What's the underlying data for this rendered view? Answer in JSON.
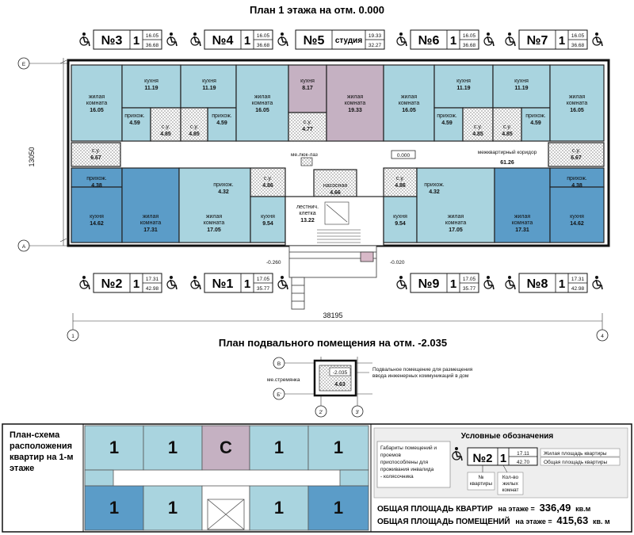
{
  "titles": {
    "floor": "План 1 этажа на отм. 0.000",
    "basement": "План подвального помещения на отм. -2.035"
  },
  "apartments": [
    {
      "no": "№3",
      "rooms": "1",
      "living": "16.05",
      "total": "36.68"
    },
    {
      "no": "№4",
      "rooms": "1",
      "living": "16.05",
      "total": "36.68"
    },
    {
      "no": "№5",
      "rooms": "студия",
      "living": "19.33",
      "total": "32.27"
    },
    {
      "no": "№6",
      "rooms": "1",
      "living": "16.05",
      "total": "36.68"
    },
    {
      "no": "№7",
      "rooms": "1",
      "living": "16.05",
      "total": "36.68"
    },
    {
      "no": "№2",
      "rooms": "1",
      "living": "17.31",
      "total": "42.98"
    },
    {
      "no": "№1",
      "rooms": "1",
      "living": "17.05",
      "total": "35.77"
    },
    {
      "no": "№9",
      "rooms": "1",
      "living": "17.05",
      "total": "35.77"
    },
    {
      "no": "№8",
      "rooms": "1",
      "living": "17.31",
      "total": "42.98"
    }
  ],
  "rooms": [
    {
      "label": "жилая комната",
      "area": "16.05"
    },
    {
      "label": "кухня",
      "area": "11.19"
    },
    {
      "label": "прихож.",
      "area": "4.59"
    },
    {
      "label": "с.у.",
      "area": "4.85"
    },
    {
      "label": "кухня",
      "area": "11.19"
    },
    {
      "label": "прихож.",
      "area": "4.59"
    },
    {
      "label": "с.у.",
      "area": "4.85"
    },
    {
      "label": "жилая комната",
      "area": "16.05"
    },
    {
      "label": "кухня",
      "area": "8.17"
    },
    {
      "label": "с.у.",
      "area": "4.77"
    },
    {
      "label": "жилая комната",
      "area": "19.33"
    },
    {
      "label": "жилая комната",
      "area": "16.05"
    },
    {
      "label": "кухня",
      "area": "11.19"
    },
    {
      "label": "прихож.",
      "area": "4.59"
    },
    {
      "label": "с.у.",
      "area": "4.85"
    },
    {
      "label": "кухня",
      "area": "11.19"
    },
    {
      "label": "прихож.",
      "area": "4.59"
    },
    {
      "label": "с.у.",
      "area": "4.85"
    },
    {
      "label": "жилая комната",
      "area": "16.05"
    },
    {
      "label": "с.у.",
      "area": "6.67"
    },
    {
      "label": "с.у.",
      "area": "6.67"
    },
    {
      "label": "прихож.",
      "area": "4.38"
    },
    {
      "label": "кухня",
      "area": "14.62"
    },
    {
      "label": "жилая комната",
      "area": "17.31"
    },
    {
      "label": "прихож.",
      "area": "4.32"
    },
    {
      "label": "жилая комната",
      "area": "17.05"
    },
    {
      "label": "с.у.",
      "area": "4.86"
    },
    {
      "label": "кухня",
      "area": "9.54"
    },
    {
      "label": "насосная",
      "area": "4.66"
    },
    {
      "label": "лестнич. клетка",
      "area": "13.22"
    },
    {
      "label": "с.у.",
      "area": "4.86"
    },
    {
      "label": "кухня",
      "area": "9.54"
    },
    {
      "label": "прихож.",
      "area": "4.32"
    },
    {
      "label": "жилая комната",
      "area": "17.05"
    },
    {
      "label": "жилая комната",
      "area": "17.31"
    },
    {
      "label": "прихож.",
      "area": "4.38"
    },
    {
      "label": "кухня",
      "area": "14.62"
    }
  ],
  "corridor": {
    "label": "межквартирный коридор",
    "area": "61.26"
  },
  "hatch": "ме.люк-лаз",
  "level": "0.000",
  "levels_entry": [
    "-0.260",
    "-0.020"
  ],
  "dims": {
    "width": "38195",
    "height": "13050"
  },
  "axes": {
    "e": "Е",
    "a": "А",
    "one": "1",
    "four": "4",
    "b": "В",
    "b2": "Б'",
    "two": "2'",
    "three": "3'"
  },
  "basement": {
    "level": "-2.035",
    "area": "4.63",
    "ladder": "ме.стремянка",
    "note": "Подвальное помещение для размещения ввода инженерных коммуникаций в дом"
  },
  "scheme": {
    "title": "План-схема расположения квартир на 1-м этаже",
    "cells": [
      "1",
      "1",
      "С",
      "1",
      "1",
      "1",
      "1",
      "1",
      "1"
    ]
  },
  "legend": {
    "title": "Условные обозначения",
    "note": "Габариты помещений и проемов приспособлены для проживания инвалида - колясочника",
    "sample": {
      "no": "№2",
      "rooms": "1",
      "living": "17.11",
      "total": "42.70"
    },
    "living_label": "Жилая площадь квартиры",
    "total_label": "Общая площадь квартиры",
    "no_label": "№ квартиры",
    "rooms_label": "Кол-во жилых комнат"
  },
  "totals": {
    "apt_label": "ОБЩАЯ ПЛОЩАДЬ КВАРТИР",
    "apt_on": "на этаже =",
    "apt_value": "336,49",
    "apt_unit": "кв.м",
    "room_label": "ОБЩАЯ ПЛОЩАДЬ ПОМЕЩЕНИЙ",
    "room_on": "на этаже =",
    "room_value": "415,63",
    "room_unit": "кв. м"
  },
  "colors": {
    "apt": "#a9d4df",
    "aptDark": "#5b9cc8",
    "studio": "#c5b1c2",
    "scheme": "#a9d4df",
    "schemeStudio": "#c5b1c2"
  }
}
